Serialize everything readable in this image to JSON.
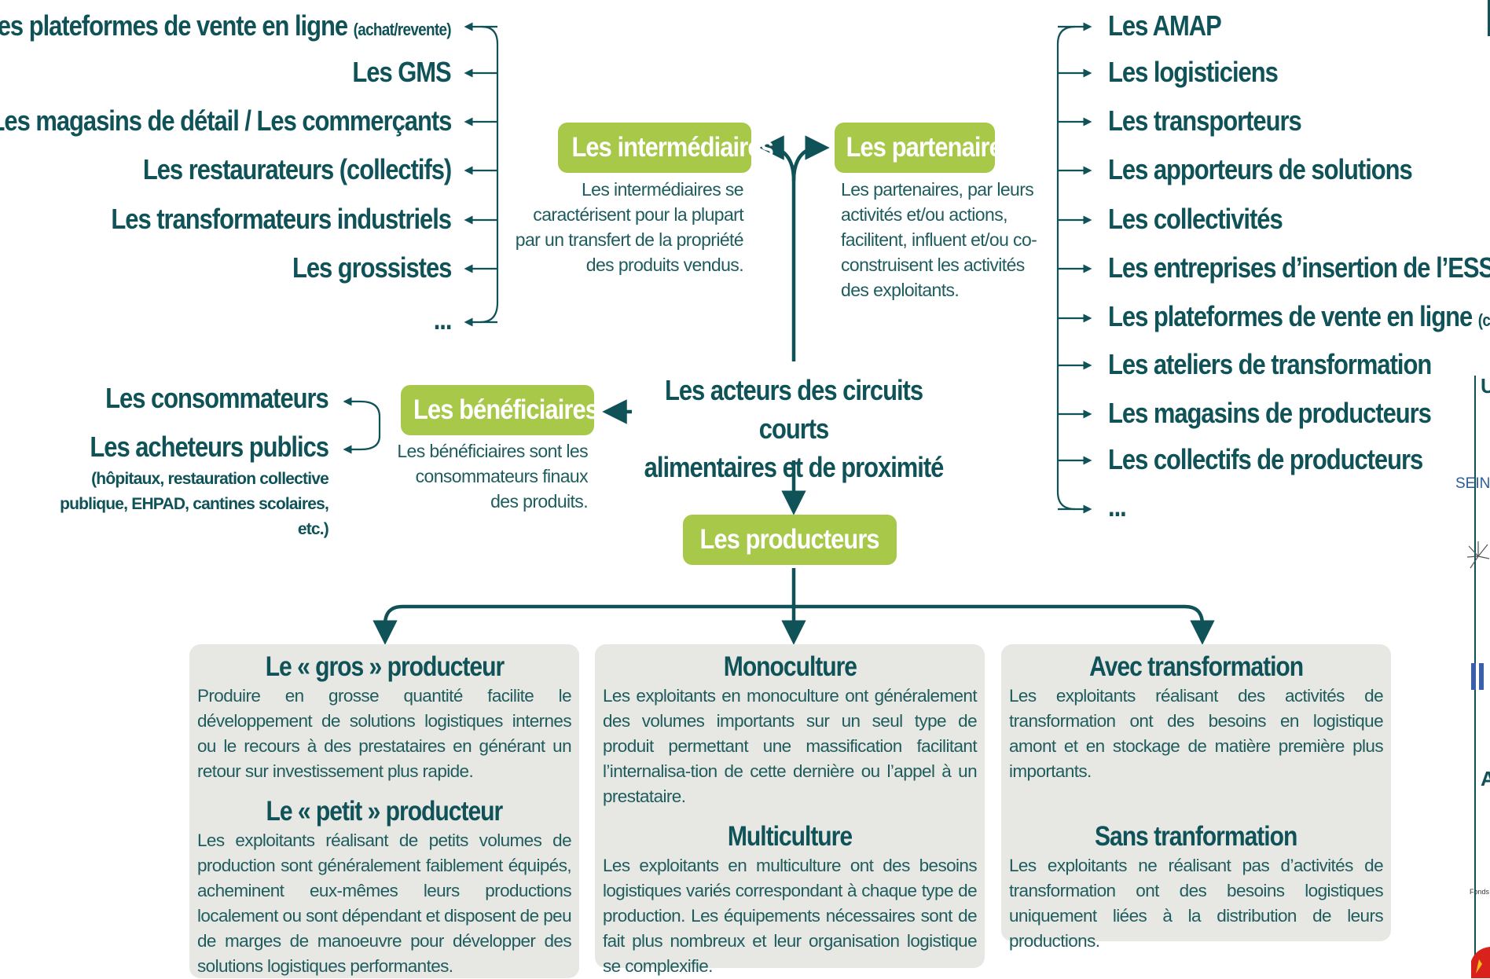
{
  "colors": {
    "primary": "#0f5257",
    "accent": "#a8c84a",
    "card_bg": "#e7e8e3"
  },
  "intermediaires_list": [
    {
      "label": "Les plateformes de vente en ligne",
      "suffix": "(achat/revente)"
    },
    {
      "label": "Les GMS",
      "suffix": ""
    },
    {
      "label": "Les magasins de détail / Les commerçants",
      "suffix": ""
    },
    {
      "label": "Les restaurateurs (collectifs)",
      "suffix": ""
    },
    {
      "label": "Les transformateurs industriels",
      "suffix": ""
    },
    {
      "label": "Les grossistes",
      "suffix": ""
    },
    {
      "label": "...",
      "suffix": ""
    }
  ],
  "partenaires_list": [
    {
      "label": "Les AMAP",
      "suffix": ""
    },
    {
      "label": "Les logisticiens",
      "suffix": ""
    },
    {
      "label": "Les transporteurs",
      "suffix": ""
    },
    {
      "label": "Les apporteurs de solutions",
      "suffix": ""
    },
    {
      "label": "Les collectivités",
      "suffix": ""
    },
    {
      "label": "Les entreprises d’insertion de l’ESS",
      "suffix": ""
    },
    {
      "label": "Les plateformes de vente en ligne",
      "suffix": "(courtage)"
    },
    {
      "label": "Les ateliers de transformation",
      "suffix": ""
    },
    {
      "label": "Les magasins de producteurs",
      "suffix": ""
    },
    {
      "label": "Les collectifs de producteurs",
      "suffix": ""
    },
    {
      "label": "...",
      "suffix": ""
    }
  ],
  "intermediaires": {
    "title": "Les intermédiaires",
    "desc": "Les intermédiaires se caractérisent pour la plupart par un transfert de la propriété des produits vendus."
  },
  "partenaires": {
    "title": "Les partenaires",
    "desc": "Les partenaires, par leurs activités et/ou actions, facilitent, influent et/ou co-construisent les activités des exploitants."
  },
  "beneficiaires": {
    "title": "Les bénéficiaires",
    "desc": "Les bénéficiaires sont les consommateurs finaux des produits.",
    "list": [
      {
        "label": "Les consommateurs"
      },
      {
        "label": "Les acheteurs publics",
        "note": "(hôpitaux, restauration collective publique, EHPAD, cantines scolaires, etc.)"
      }
    ]
  },
  "center": {
    "line1": "Les acteurs des circuits courts",
    "line2": "alimentaires et de proximité"
  },
  "producteurs": {
    "title": "Les producteurs"
  },
  "cards": [
    {
      "title1": "Le « gros » producteur",
      "text1": "Produire en grosse quantité facilite le développement de solutions logistiques internes ou le recours à des prestataires en générant un retour sur investissement plus rapide.",
      "title2": "Le « petit » producteur",
      "text2": "Les exploitants réalisant de petits volumes de production sont généralement faiblement équipés, acheminent eux-mêmes leurs productions localement ou sont dépendant et disposent de peu de marges de manoeuvre pour développer des solutions logistiques performantes."
    },
    {
      "title1": "Monoculture",
      "text1": "Les exploitants en monoculture ont généralement des volumes importants sur un seul type de produit permettant une massification facilitant l’internalisa-tion de cette dernière ou l’appel à un prestataire.",
      "title2": "Multiculture",
      "text2": "Les exploitants en multiculture ont des besoins logistiques variés correspondant à chaque type de production. Les équipements nécessaires sont de fait plus nombreux et leur organisation logistique se complexifie."
    },
    {
      "title1": "Avec transformation",
      "text1": "Les exploitants réalisant des activités de transformation ont des besoins en logistique amont et en stockage de matière première plus importants.",
      "title2": "Sans tranformation",
      "text2": "Les exploitants ne réalisant pas d’activités de transformation ont des besoins logistiques uniquement liées à la distribution de leurs productions."
    }
  ],
  "edge_fragments": {
    "top": "Une",
    "middle": "Ave",
    "seine": "SEIN",
    "fonds": "Fonds"
  }
}
